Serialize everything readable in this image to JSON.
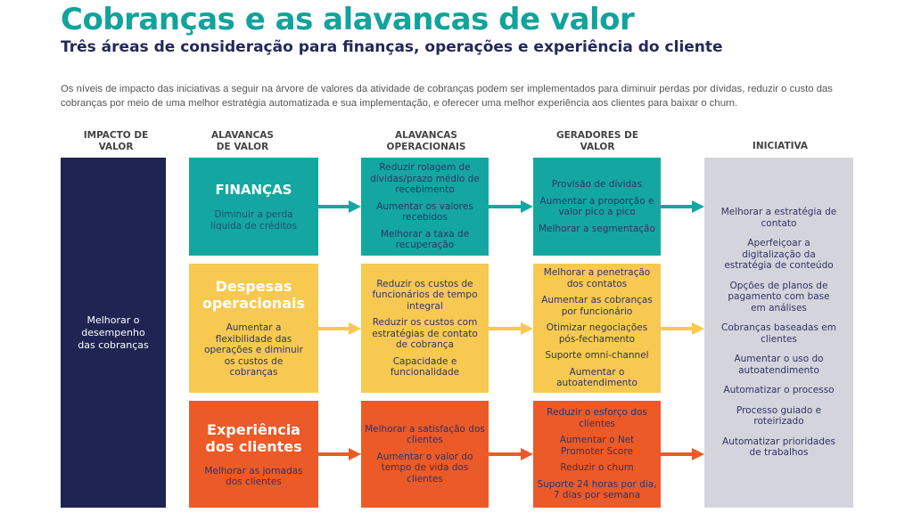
{
  "title": "Cobranças e as alavancas de valor",
  "subtitle": "Três áreas de consideração para finanças, operações e experiência do cliente",
  "intro": "Os níveis de impacto das iniciativas a seguir na árvore de valores da atividade de cobranças podem ser implementados para diminuir perdas por dívidas, reduzir o custo das cobranças por meio de uma melhor estratégia automatizada e sua implementação, e oferecer uma melhor experiência aos clientes para baixar o churn.",
  "columns": {
    "impacto": "IMPACTO DE VALOR",
    "alavancas": "ALAVANCAS DE VALOR",
    "operacionais": "ALAVANCAS OPERACIONAIS",
    "geradores": "GERADORES DE VALOR",
    "iniciativa": "INICIATIVA"
  },
  "impacto": "Melhorar o desempenho das cobranças",
  "colors": {
    "teal": "#14a7a1",
    "yellow": "#f7c951",
    "orange": "#ec5a27",
    "navy": "#1f2452",
    "gray": "#d4d4dc"
  },
  "rows": [
    {
      "lever": "FINANÇAS",
      "lever_desc": "Diminuir a perda líquida de créditos",
      "ops": [
        "Reduzir rolagem de dívidas/prazo médio de recebimento",
        "Aumentar os valores recebidos",
        "Melhorar a taxa de recuperação"
      ],
      "gen": [
        "Provisão de dívidas",
        "Aumentar a proporção e valor pico a pico",
        "Melhorar a segmentação"
      ]
    },
    {
      "lever": "Despesas operacionais",
      "lever_desc": "Aumentar a flexibilidade das operações e diminuir os custos de cobranças",
      "ops": [
        "Reduzir os custos de funcionários de tempo integral",
        "Reduzir os custos com estratégias de contato de cobrança",
        "Capacidade e funcionalidade"
      ],
      "gen": [
        "Melhorar a penetração dos contatos",
        "Aumentar as cobranças por funcionário",
        "Otimizar negociações pós-fechamento",
        "Suporte omni-channel",
        "Aumentar o autoatendimento"
      ]
    },
    {
      "lever": "Experiência dos clientes",
      "lever_desc": "Melhorar as jornadas dos clientes",
      "ops": [
        "Melhorar a satisfação dos clientes",
        "Aumentar o valor do tempo de vida dos clientes"
      ],
      "gen": [
        "Reduzir o esforço dos clientes",
        "Aumentar o Net Promoter Score",
        "Reduzir o churn",
        "Suporte 24 horas por dia, 7 dias por semana"
      ]
    }
  ],
  "iniciativas": [
    "Melhorar a estratégia de contato",
    "Aperfeiçoar a digitalização da estratégia de conteúdo",
    "Opções de planos de pagamento com base em análises",
    "Cobranças baseadas em clientes",
    "Aumentar o uso do autoatendimento",
    "Automatizar o processo",
    "Processo guiado e roteirizado",
    "Automatizar prioridades de trabalhos"
  ]
}
